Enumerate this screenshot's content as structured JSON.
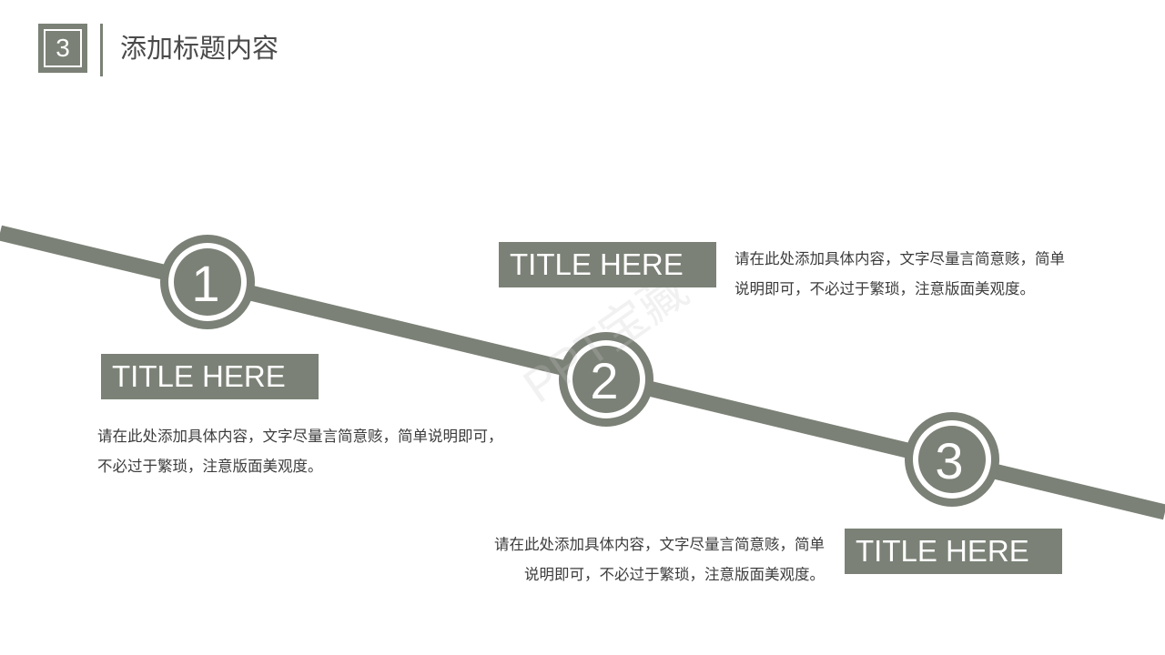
{
  "header": {
    "section_number": "3",
    "title": "添加标题内容"
  },
  "colors": {
    "accent": "#7b8176",
    "text": "#3c3c3c",
    "background": "#ffffff"
  },
  "milestones": [
    {
      "number": "1",
      "title": "TITLE HERE",
      "desc_line1": "请在此处添加具体内容，文字尽量言简意赅，简单说明即可，",
      "desc_line2": "不必过于繁琐，注意版面美观度。"
    },
    {
      "number": "2",
      "title": "TITLE HERE",
      "desc_line1": "请在此处添加具体内容，文字尽量言简意赅，简单",
      "desc_line2": "说明即可，不必过于繁琐，注意版面美观度。"
    },
    {
      "number": "3",
      "title": "TITLE HERE",
      "desc_line1": "请在此处添加具体内容，文字尽量言简意赅，简单",
      "desc_line2": "说明即可，不必过于繁琐，注意版面美观度。"
    }
  ],
  "watermark": "PPT宝藏"
}
